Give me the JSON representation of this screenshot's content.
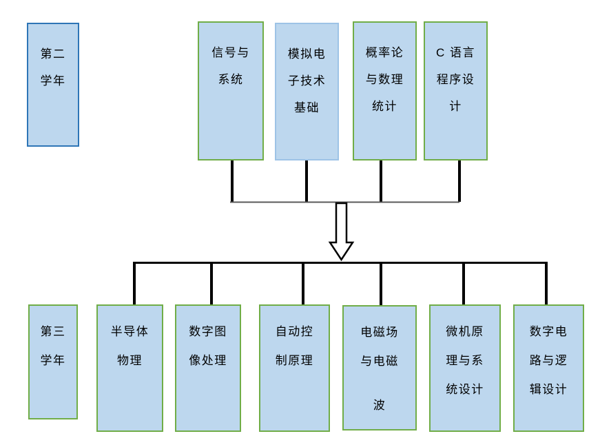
{
  "page": {
    "background": "#ffffff"
  },
  "palette": {
    "box_fill": "#bdd7ee",
    "green_border": "#70ad47",
    "blue_border": "#2e75b6",
    "light_blue_border": "#9dc3e6",
    "connector_line": "#000000",
    "top_bus_line": "#595959",
    "arrow_fill": "#ffffff",
    "arrow_outline": "#000000"
  },
  "year_labels": {
    "second_year": {
      "name": "第二学年",
      "lines": [
        "第二",
        "学年"
      ]
    },
    "third_year": {
      "name": "第三学年",
      "lines": [
        "第三",
        "学年"
      ]
    }
  },
  "second_year_courses": [
    {
      "name": "信号与系统",
      "lines": [
        "信号与",
        "系统"
      ]
    },
    {
      "name": "模拟电子技术基础",
      "lines": [
        "模拟电",
        "子技术",
        "基础"
      ]
    },
    {
      "name": "概率论与数理统计",
      "lines": [
        "概率论",
        "与数理",
        "统计"
      ]
    },
    {
      "name": "C 语言程序设计",
      "lines": [
        "C 语言",
        "程序设",
        "计"
      ]
    }
  ],
  "third_year_courses": [
    {
      "name": "半导体物理",
      "lines": [
        "半导体",
        "物理"
      ]
    },
    {
      "name": "数字图像处理",
      "lines": [
        "数字图",
        "像处理"
      ]
    },
    {
      "name": "自动控制原理",
      "lines": [
        "自动控",
        "制原理"
      ]
    },
    {
      "name": "电磁场与电磁波",
      "lines": [
        "电磁场",
        "与电磁",
        "波"
      ]
    },
    {
      "name": "微机原理与系统设计",
      "lines": [
        "微机原",
        "理与系",
        "统设计"
      ]
    },
    {
      "name": "数字电路与逻辑设计",
      "lines": [
        "数字电",
        "路与逻",
        "辑设计"
      ]
    }
  ]
}
